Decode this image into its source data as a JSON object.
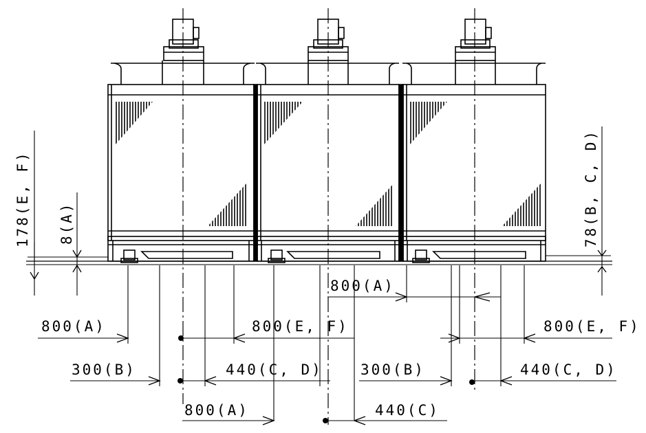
{
  "colors": {
    "ink": "#000000",
    "paper": "#ffffff"
  },
  "left_vertical_labels": {
    "outer": "178(E, F)",
    "inner": "8(A)"
  },
  "right_vertical_label": "78(B, C, D)",
  "dimension_labels": {
    "left_800_a": "800(A)",
    "left_800_ef": "800(E, F)",
    "left_300_b": "300(B)",
    "left_440_cd": "440(C, D)",
    "bottom_800_a": "800(A)",
    "bottom_440_c": "440(C)",
    "right_800_a": "800(A)",
    "right_800_ef": "800(E, F)",
    "right_300_b": "300(B)",
    "right_440_cd": "440(C, D)"
  }
}
